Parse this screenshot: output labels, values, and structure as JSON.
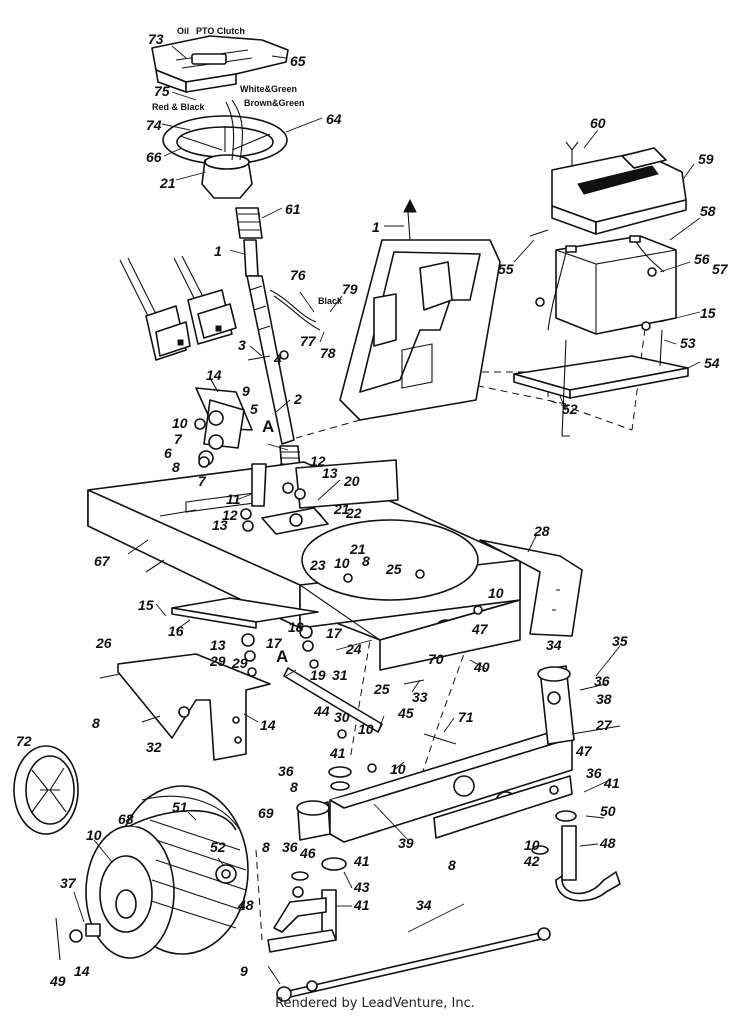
{
  "callouts": [
    "73",
    "65",
    "75",
    "74",
    "64",
    "66",
    "21",
    "61",
    "1",
    "1",
    "60",
    "59",
    "58",
    "55",
    "56",
    "57",
    "15",
    "53",
    "54",
    "52",
    "76",
    "79",
    "78",
    "77",
    "3",
    "4",
    "14",
    "9",
    "5",
    "2",
    "10",
    "7",
    "6",
    "8",
    "7",
    "12",
    "13",
    "20",
    "21",
    "22",
    "11",
    "12",
    "13",
    "67",
    "28",
    "21",
    "10",
    "8",
    "23",
    "25",
    "15",
    "10",
    "47",
    "16",
    "18",
    "17",
    "13",
    "17",
    "29",
    "29",
    "19",
    "24",
    "26",
    "31",
    "40",
    "70",
    "33",
    "34",
    "35",
    "36",
    "38",
    "27",
    "14",
    "25",
    "32",
    "71",
    "72",
    "8",
    "44",
    "30",
    "10",
    "45",
    "41",
    "36",
    "8",
    "10",
    "47",
    "36",
    "41",
    "50",
    "51",
    "68",
    "69",
    "46",
    "39",
    "8",
    "10",
    "42",
    "48",
    "52",
    "10",
    "8",
    "36",
    "41",
    "43",
    "41",
    "48",
    "37",
    "34",
    "49",
    "14",
    "9"
  ],
  "annotations": {
    "oil": "Oil",
    "pto_clutch": "PTO Clutch",
    "white_green": "White&Green",
    "red_black": "Red & Black",
    "brown_green": "Brown&Green",
    "black": "Black",
    "ref_a1": "A",
    "ref_a2": "A"
  },
  "footer": {
    "credit": "Rendered by LeadVenture, Inc."
  }
}
